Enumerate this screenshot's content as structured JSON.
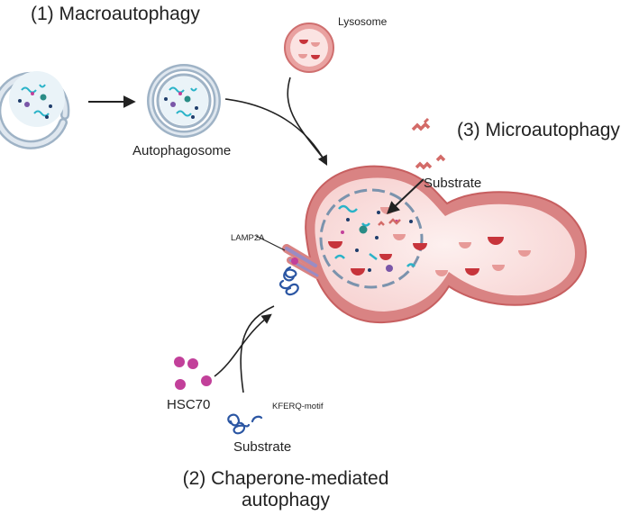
{
  "titles": {
    "macro": "(1) Macroautophagy",
    "micro": "(3) Microautophagy",
    "cma_line1": "(2) Chaperone-mediated",
    "cma_line2": "autophagy"
  },
  "labels": {
    "lysosome": "Lysosome",
    "autophagosome": "Autophagosome",
    "substrate_micro": "Substrate",
    "lamp2a": "LAMP2A",
    "hsc70": "HSC70",
    "kferq": "KFERQ-motif",
    "substrate_cma": "Substrate"
  },
  "colors": {
    "lysosome_membrane": "#cf6f6f",
    "lysosome_fill": "#fbe3e2",
    "enzyme_dark": "#c7343b",
    "enzyme_light": "#e79a98",
    "phagophore": "#b9c8d6",
    "cargo_teal": "#2ab3c8",
    "hsc70": "#c2409a",
    "substrate_chain": "#2b56a3",
    "arrow": "#222222"
  }
}
